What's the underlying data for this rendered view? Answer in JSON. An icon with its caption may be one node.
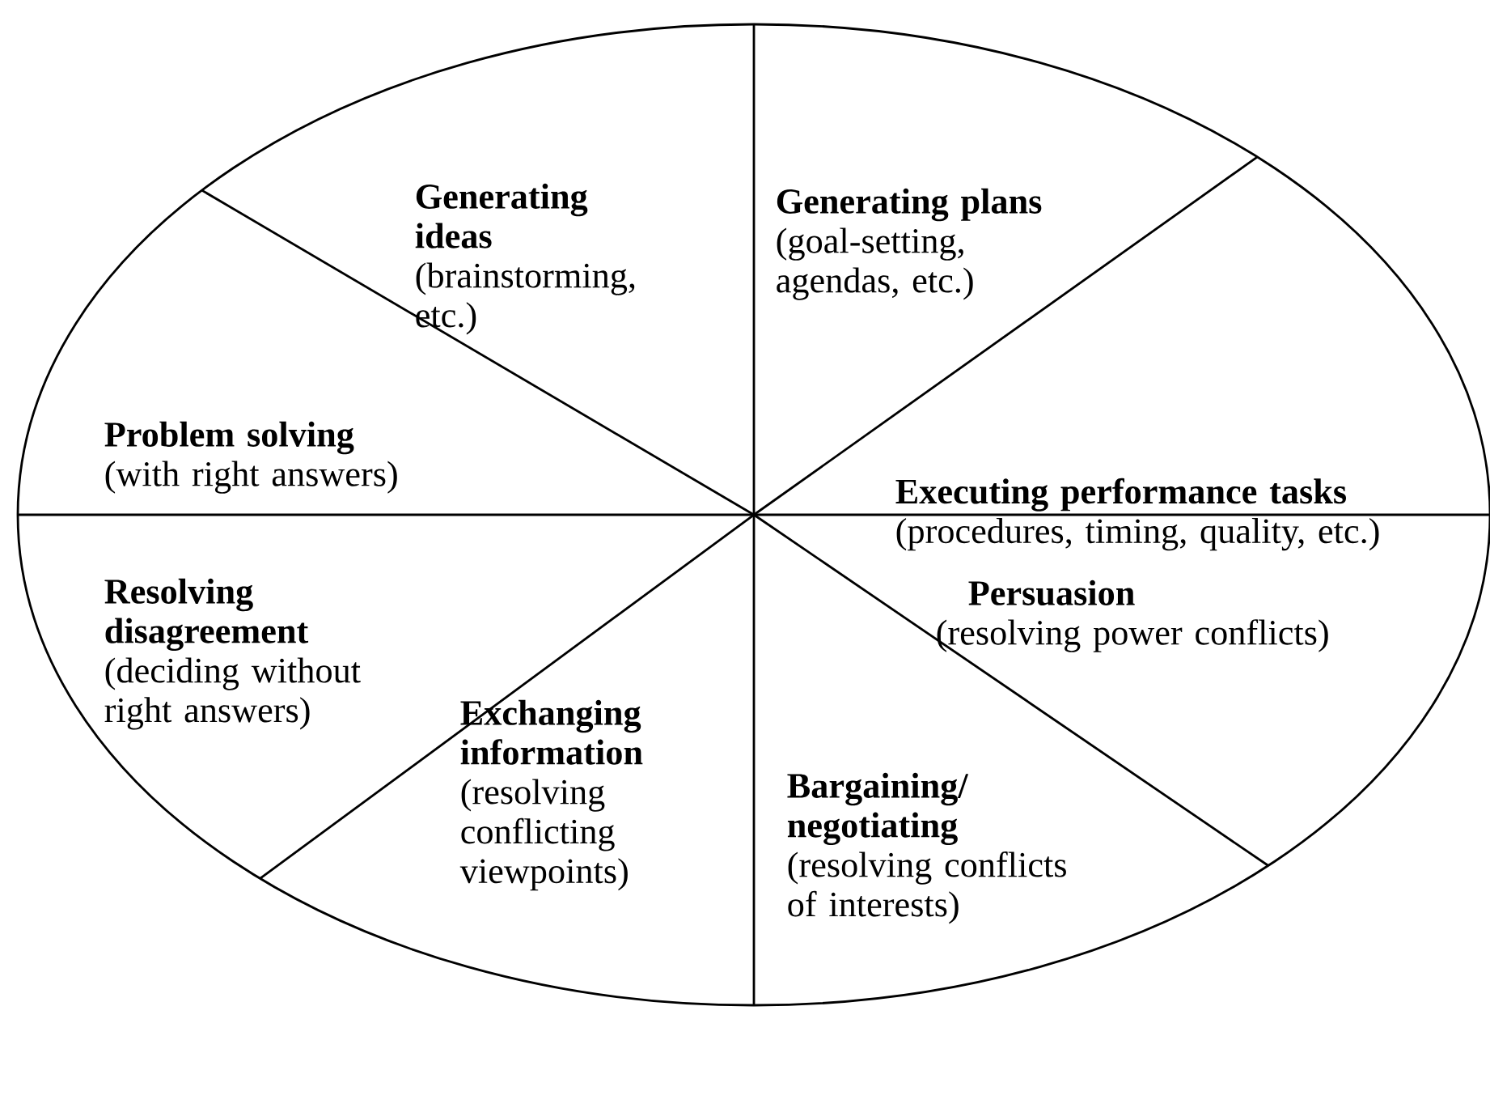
{
  "diagram": {
    "nodes": [
      {
        "text": [
          "Generating ideas",
          "(brainstorming, etc.)"
        ]
      },
      {
        "text": [
          "Generating plans",
          "(goal-setting, agendas, etc.)"
        ]
      },
      {
        "text": [
          "Problem solving",
          "(with right answers)"
        ]
      },
      {
        "text": [
          "Executing performance tasks",
          "(procedures, timing, quality, etc.)"
        ]
      },
      {
        "text": [
          "Resolving disagreement",
          "(deciding without right answers)"
        ]
      },
      {
        "text": [
          "Persuasion",
          "(resolving power conflicts)"
        ]
      },
      {
        "text": [
          "Exchanging information",
          "(resolving conflicting viewpoints)"
        ]
      },
      {
        "text": [
          "Bargaining/ negotiating",
          "(resolving conflicts of interests)"
        ]
      }
    ]
  }
}
